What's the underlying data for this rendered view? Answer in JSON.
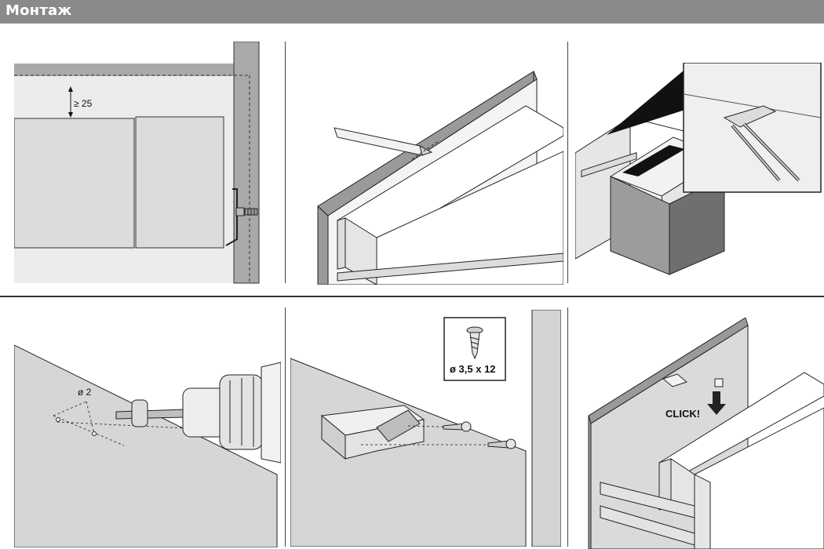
{
  "header": {
    "title": "Монтаж"
  },
  "steps": [
    {
      "label": "≥ 25"
    },
    {
      "label": ""
    },
    {
      "label": ""
    },
    {
      "label": "ø 2"
    },
    {
      "label": "ø 3,5 x 12"
    },
    {
      "label": "CLICK!"
    }
  ],
  "colors": {
    "header_bg": "#8a8a8a",
    "panel_fill": "#dadada",
    "panel_dark": "#9a9a9a",
    "line": "#222222"
  },
  "icons": {
    "screw": "screw-icon",
    "drill": "drill-icon",
    "pencil": "pencil-icon",
    "arrow": "arrow-down-icon"
  }
}
